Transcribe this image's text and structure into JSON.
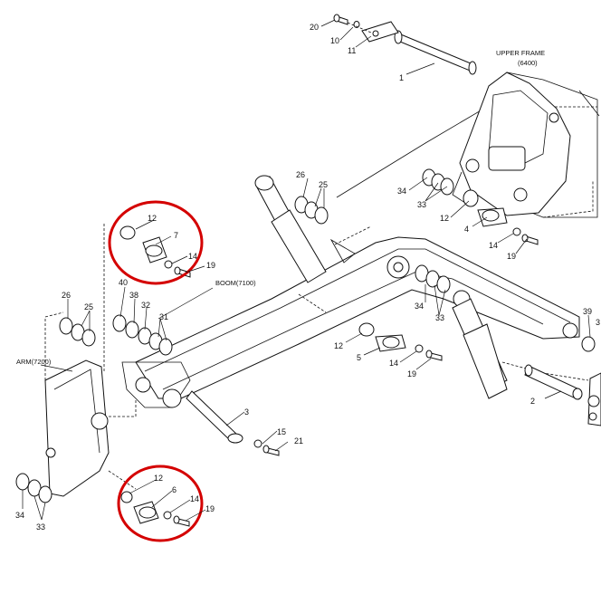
{
  "captions": {
    "upper_frame": "UPPER FRAME",
    "upper_frame_code": "(6400)",
    "boom": "BOOM(7100)",
    "arm": "ARM(7200)"
  },
  "part_labels": [
    {
      "id": "p20",
      "text": "20"
    },
    {
      "id": "p10",
      "text": "10"
    },
    {
      "id": "p11",
      "text": "11"
    },
    {
      "id": "p1",
      "text": "1"
    },
    {
      "id": "p26a",
      "text": "26"
    },
    {
      "id": "p25a",
      "text": "25"
    },
    {
      "id": "p34a",
      "text": "34"
    },
    {
      "id": "p33a",
      "text": "33"
    },
    {
      "id": "p12a",
      "text": "12"
    },
    {
      "id": "p4",
      "text": "4"
    },
    {
      "id": "p14a",
      "text": "14"
    },
    {
      "id": "p19a",
      "text": "19"
    },
    {
      "id": "p12b",
      "text": "12"
    },
    {
      "id": "p7",
      "text": "7"
    },
    {
      "id": "p14b",
      "text": "14"
    },
    {
      "id": "p19b",
      "text": "19"
    },
    {
      "id": "p40",
      "text": "40"
    },
    {
      "id": "p38",
      "text": "38"
    },
    {
      "id": "p32",
      "text": "32"
    },
    {
      "id": "p31",
      "text": "31"
    },
    {
      "id": "p26b",
      "text": "26"
    },
    {
      "id": "p25b",
      "text": "25"
    },
    {
      "id": "p34b",
      "text": "34"
    },
    {
      "id": "p33b",
      "text": "33"
    },
    {
      "id": "p12c",
      "text": "12"
    },
    {
      "id": "p5",
      "text": "5"
    },
    {
      "id": "p14c",
      "text": "14"
    },
    {
      "id": "p19c",
      "text": "19"
    },
    {
      "id": "p39",
      "text": "39"
    },
    {
      "id": "p3c",
      "text": "3"
    },
    {
      "id": "p2",
      "text": "2"
    },
    {
      "id": "p3",
      "text": "3"
    },
    {
      "id": "p15",
      "text": "15"
    },
    {
      "id": "p21",
      "text": "21"
    },
    {
      "id": "p34c",
      "text": "34"
    },
    {
      "id": "p33c",
      "text": "33"
    },
    {
      "id": "p12d",
      "text": "12"
    },
    {
      "id": "p6",
      "text": "6"
    },
    {
      "id": "p14d",
      "text": "14"
    },
    {
      "id": "p19d",
      "text": "19"
    }
  ],
  "highlight_color": "#d40000"
}
